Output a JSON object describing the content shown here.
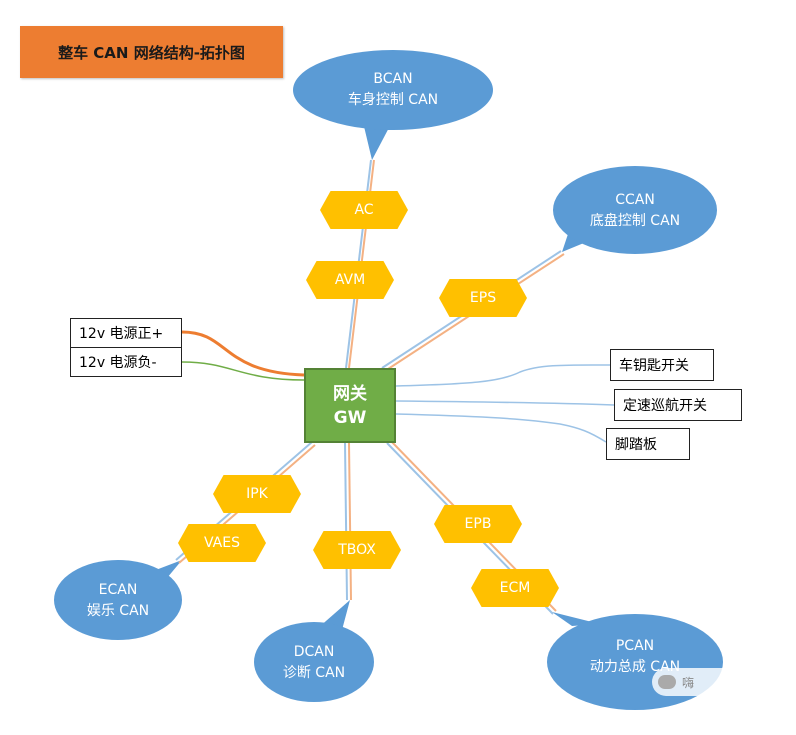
{
  "title": "整车 CAN 网络结构-拓扑图",
  "gateway": {
    "line1": "网关",
    "line2": "GW"
  },
  "power_inputs": [
    "12v 电源正+",
    "12v 电源负-"
  ],
  "switch_inputs": [
    "车钥匙开关",
    "定速巡航开关",
    "脚踏板"
  ],
  "buses": [
    {
      "name": "BCAN",
      "desc": "车身控制 CAN",
      "nodes": [
        "AC",
        "AVM"
      ]
    },
    {
      "name": "CCAN",
      "desc": "底盘控制 CAN",
      "nodes": [
        "EPS"
      ]
    },
    {
      "name": "ECAN",
      "desc": "娱乐 CAN",
      "nodes": [
        "IPK",
        "VAES"
      ]
    },
    {
      "name": "DCAN",
      "desc": "诊断 CAN",
      "nodes": [
        "TBOX"
      ]
    },
    {
      "name": "PCAN",
      "desc": "动力总成 CAN",
      "nodes": [
        "EPB",
        "ECM"
      ]
    }
  ],
  "colors": {
    "title_bg": "#ed7d31",
    "gateway_bg": "#70ad47",
    "ecu_node": "#ffc000",
    "bus_bubble": "#5b9bd5",
    "can_wire_orange": "#f4b183",
    "can_wire_blue": "#9dc3e6",
    "power_positive": "#ed7d31",
    "power_negative": "#70ad47",
    "switch_wire": "#9dc3e6"
  },
  "watermark": "嗨"
}
